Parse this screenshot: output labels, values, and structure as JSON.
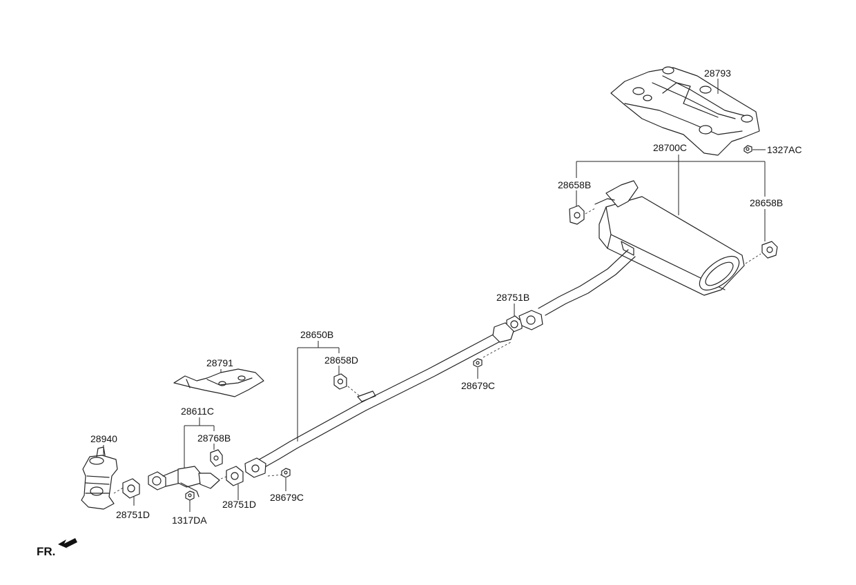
{
  "labels": {
    "p28793": "28793",
    "p1327AC": "1327AC",
    "p28700C": "28700C",
    "p28658B_left": "28658B",
    "p28658B_right": "28658B",
    "p28751B": "28751B",
    "p28650B": "28650B",
    "p28658D": "28658D",
    "p28679C_upper": "28679C",
    "p28791": "28791",
    "p28611C": "28611C",
    "p28768B": "28768B",
    "p28940": "28940",
    "p28751D_left": "28751D",
    "p1317DA": "1317DA",
    "p28751D_right": "28751D",
    "p28679C_lower": "28679C"
  },
  "direction": {
    "label": "FR."
  }
}
